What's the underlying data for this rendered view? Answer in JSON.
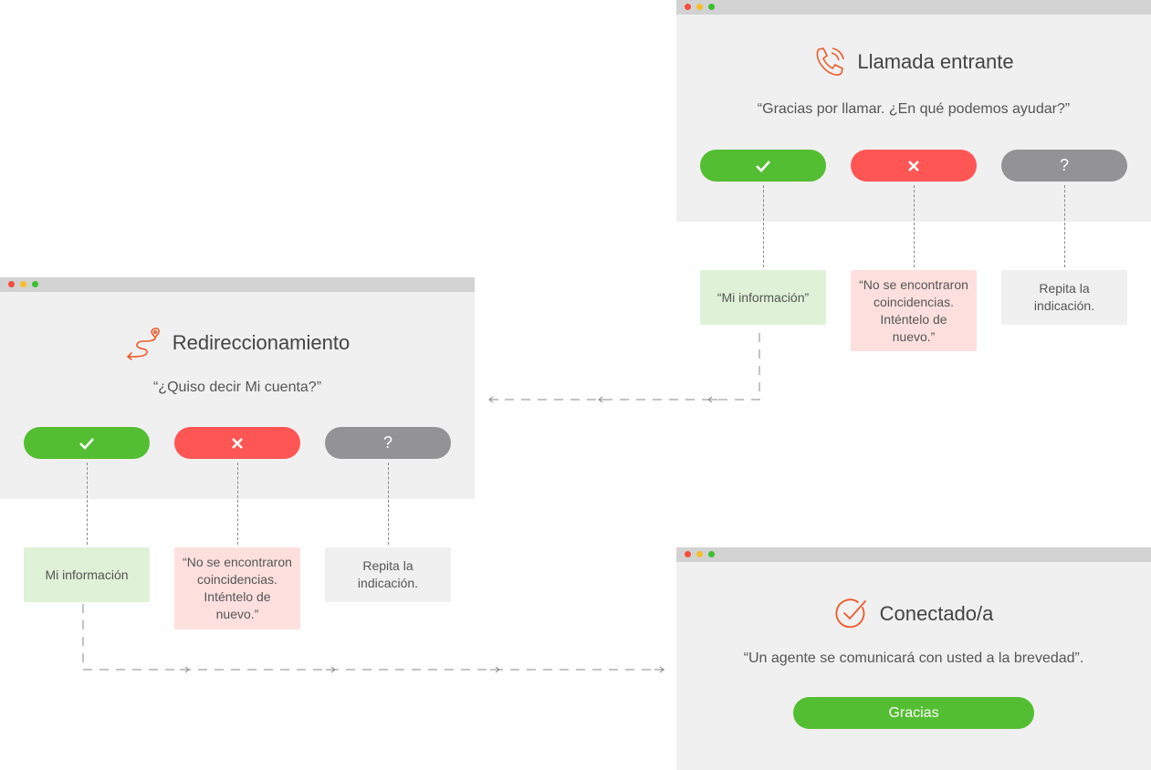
{
  "colors": {
    "yes": "#54be32",
    "no": "#fe5655",
    "unknown": "#939396",
    "icon_accent": "#ed5a2a",
    "yes_box": "#dff1d6",
    "no_box": "#fde0de",
    "unknown_box": "#f0f0f0",
    "dot_red": "#f64d3d",
    "dot_yellow": "#f6be2b",
    "dot_green": "#3cc02f"
  },
  "incoming": {
    "title": "Llamada entrante",
    "icon": "phone-icon",
    "prompt": "“Gracias por llamar. ¿En qué podemos ayudar?”",
    "yes_icon": "check-icon",
    "no_icon": "x-icon",
    "unknown_label": "?",
    "yes_response": "“Mi información”",
    "no_response": "“No se encontraron coincidencias. Inténtelo de nuevo.”",
    "unknown_response": "Repita la indicación."
  },
  "redirect": {
    "title": "Redireccionamiento",
    "icon": "route-icon",
    "prompt": "“¿Quiso decir Mi cuenta?”",
    "yes_icon": "check-icon",
    "no_icon": "x-icon",
    "unknown_label": "?",
    "yes_response": "Mi información",
    "no_response": "“No se encontraron coincidencias. Inténtelo de nuevo.”",
    "unknown_response": "Repita la indicación."
  },
  "connected": {
    "title": "Conectado/a",
    "icon": "check-circle-icon",
    "prompt": "“Un agente se comunicará con usted a la brevedad”.",
    "button_label": "Gracias"
  }
}
